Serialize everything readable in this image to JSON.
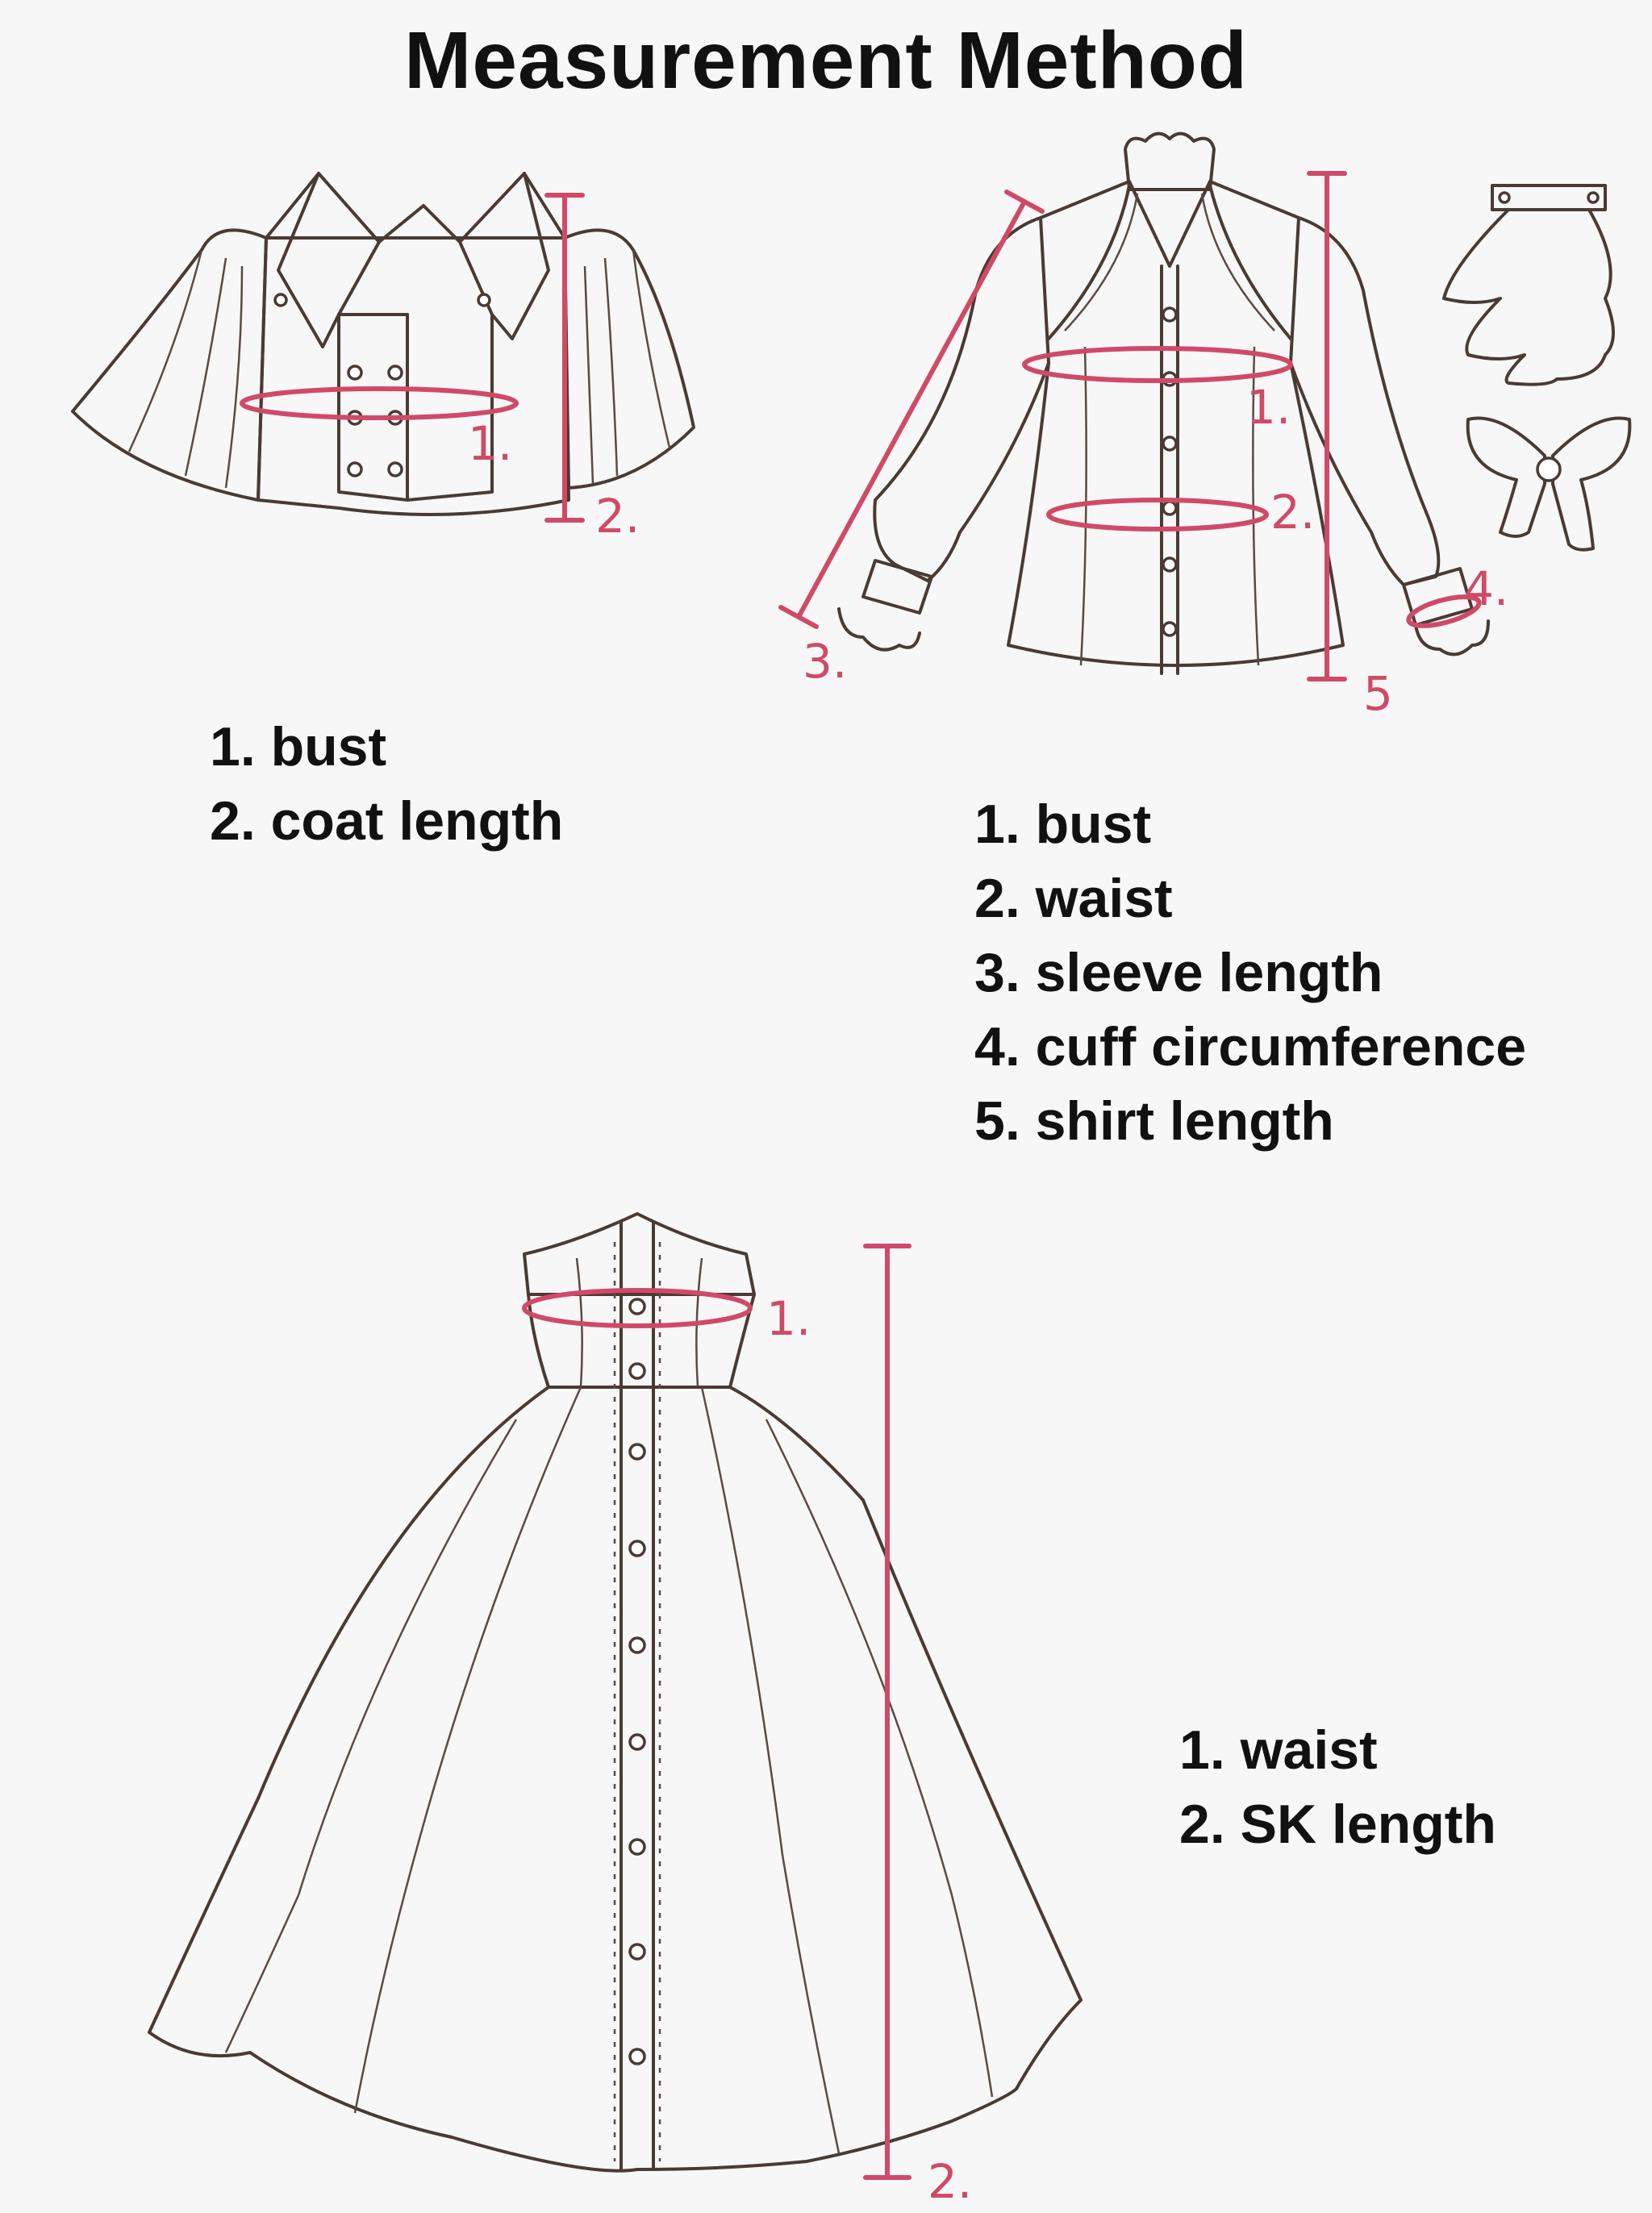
{
  "title": "Measurement Method",
  "accent_color": "#d04a68",
  "jacket": {
    "markers": [
      "1.",
      "2."
    ],
    "legend": [
      "1. bust",
      "2. coat length"
    ]
  },
  "shirt": {
    "markers": [
      "1.",
      "2.",
      "3.",
      "4.",
      "5"
    ],
    "legend": [
      "1. bust",
      "2. waist",
      "3. sleeve length",
      "4. cuff circumference",
      "5. shirt length"
    ]
  },
  "skirt": {
    "markers": [
      "1.",
      "2."
    ],
    "legend": [
      "1. waist",
      "2. SK length"
    ]
  }
}
